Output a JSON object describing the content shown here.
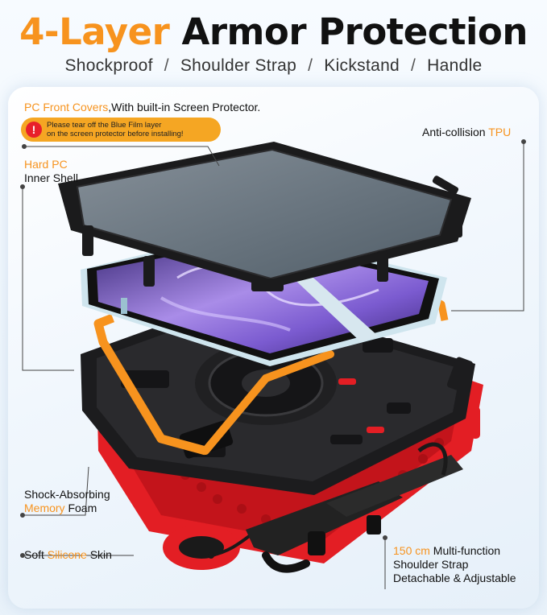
{
  "headline": {
    "part1": "4-Layer",
    "part2": "Armor Protection"
  },
  "features": [
    "Shockproof",
    "Shoulder Strap",
    "Kickstand",
    "Handle"
  ],
  "separator": "/",
  "callouts": {
    "front_cover": {
      "highlight": "PC Front Covers",
      "rest": ",With built-in Screen Protector."
    },
    "warning": {
      "line1": "Please tear off the Blue Film layer",
      "line2": "on the screen protector before installing!"
    },
    "tpu": {
      "text": "Anti-collision ",
      "highlight": "TPU"
    },
    "hard_pc": {
      "highlight": "Hard PC",
      "line2": "Inner Shell"
    },
    "foam": {
      "line1": "Shock-Absorbing",
      "highlight": "Memory",
      "rest": " Foam"
    },
    "silicone": {
      "text": "Soft ",
      "highlight": "Silicone",
      "rest": " Skin"
    },
    "strap": {
      "highlight": "150 cm",
      "rest": " Multi-function",
      "line2": "Shoulder Strap",
      "line3": "Detachable & Adjustable"
    }
  },
  "icons": {
    "warning": "exclamation-icon"
  },
  "colors": {
    "accent": "#f7931e",
    "silicone": "#e31e24",
    "warning_bg": "#f5a623",
    "dark": "#111111"
  }
}
